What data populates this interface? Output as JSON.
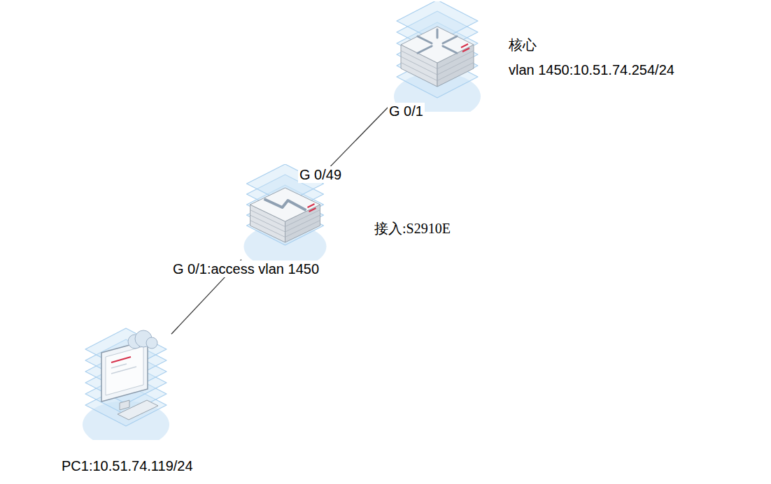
{
  "diagram": {
    "nodes": [
      {
        "text": [
          "核心",
          "vlan 1450:10.51.74.254/24"
        ]
      },
      {
        "text": [
          "接入:S2910E"
        ]
      },
      {
        "text": [
          "PC1:10.51.74.119/24"
        ]
      }
    ],
    "edges": [
      {
        "from": 0,
        "to": 1,
        "arrow": "none"
      },
      {
        "from": 1,
        "to": 2,
        "arrow": "none"
      }
    ],
    "labels": [
      "G 0/1",
      "G 0/49",
      "G 0/1:access vlan 1450"
    ]
  }
}
